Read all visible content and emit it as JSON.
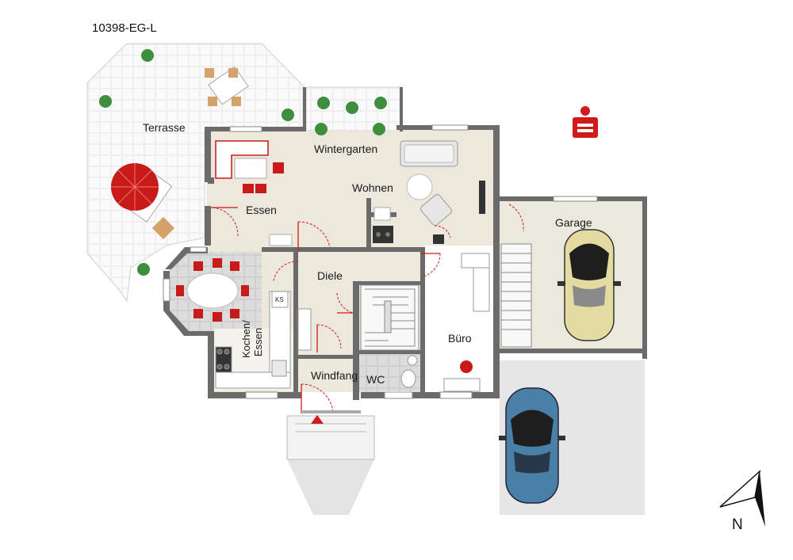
{
  "plan": {
    "id": "10398-EG-L",
    "north": "N",
    "rooms": {
      "terrasse": "Terrasse",
      "wintergarten": "Wintergarten",
      "essen": "Essen",
      "wohnen": "Wohnen",
      "garage": "Garage",
      "diele": "Diele",
      "kochen_line1": "Kochen/",
      "kochen_line2": "Essen",
      "buero": "Büro",
      "windfang": "Windfang",
      "wc": "WC"
    },
    "fridge": "KS"
  },
  "colors": {
    "wall": "#6b6b6b",
    "floor": "#ece8dc",
    "terrace": "#e8e8e8",
    "kitchen_floor": "#d8d8d8",
    "garage_floor": "#ebe8dd",
    "driveway": "#e6e6e6",
    "accent_red": "#d11a1a",
    "car_yellow": "#e4dba2",
    "car_blue": "#4a80a8"
  }
}
